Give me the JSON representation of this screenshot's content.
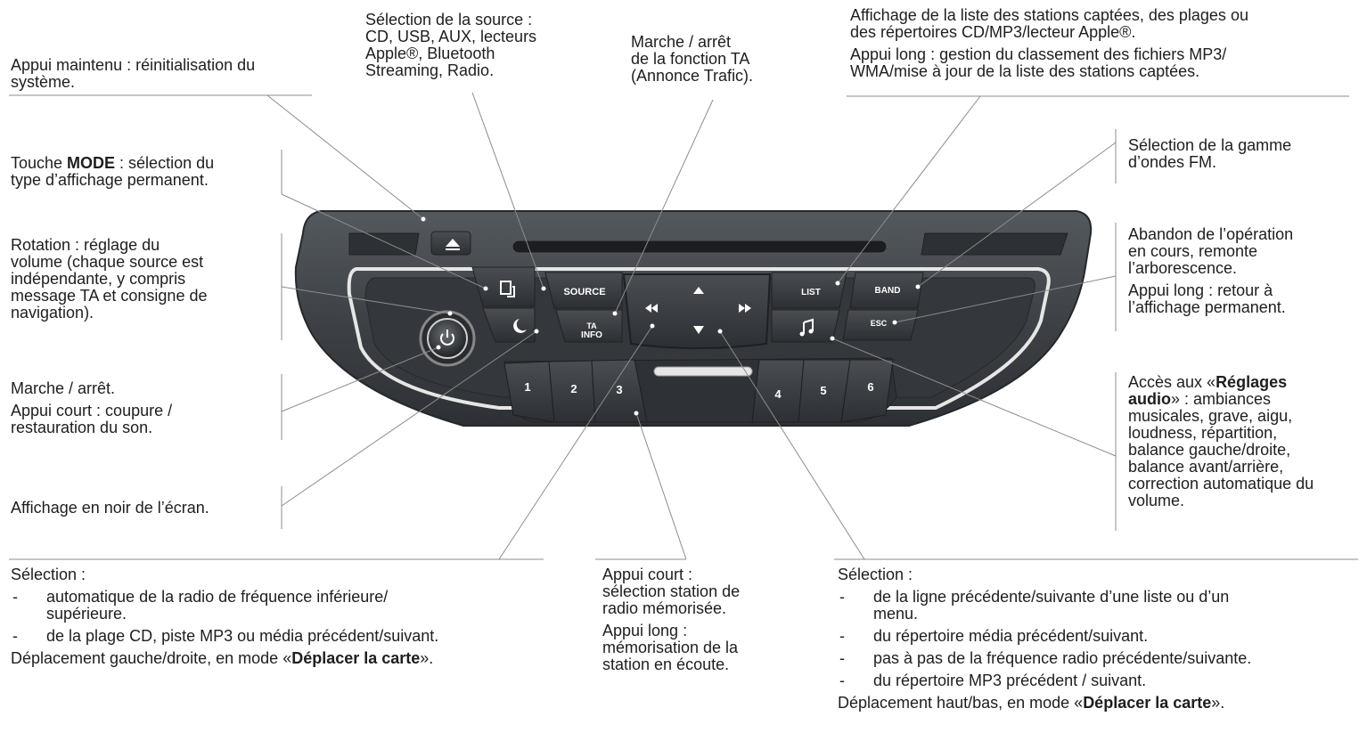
{
  "callouts": {
    "reset": "Appui maintenu : réinitialisation du système.",
    "source_l1": "Sélection de la source :",
    "source_l2": "CD, USB, AUX, lecteurs",
    "source_l3": "Apple®, Bluetooth",
    "source_l4": "Streaming, Radio.",
    "ta_l1": "Marche / arrêt",
    "ta_l2": "de la fonction TA",
    "ta_l3": "(Annonce Trafic).",
    "list_l1": "Affichage de la liste des stations captées, des plages ou",
    "list_l2": "des répertoires CD/MP3/lecteur Apple®.",
    "list_long_l1": "Appui long : gestion du classement des fichiers MP3/",
    "list_long_l2": "WMA/mise à jour de la liste des stations captées.",
    "mode_key": "MODE",
    "mode_pre": "Touche ",
    "mode_post": " : sélection du",
    "mode_l2": "type d’affichage permanent.",
    "band_l1": "Sélection de la gamme",
    "band_l2": "d’ondes FM.",
    "volume_l1": "Rotation : réglage du",
    "volume_l2": "volume (chaque source est",
    "volume_l3": "indépendante, y compris",
    "volume_l4": "message TA et consigne de",
    "volume_l5": "navigation).",
    "esc_l1": "Abandon de l’opération",
    "esc_l2": "en cours, remonte",
    "esc_l3": "l’arborescence.",
    "esc_long_l1": "Appui long : retour à",
    "esc_long_l2": "l’affichage permanent.",
    "power": "Marche / arrêt.",
    "mute_l1": "Appui court : coupure /",
    "mute_l2": "restauration du son.",
    "audio_pre": "Accès aux «",
    "audio_key_l1": "Réglages",
    "audio_key_l2": "audio",
    "audio_l2_post": "» : ambiances",
    "audio_l3": "musicales, grave, aigu,",
    "audio_l4": "loudness, répartition,",
    "audio_l5": "balance gauche/droite,",
    "audio_l6": "balance avant/arrière,",
    "audio_l7": "correction automatique du",
    "audio_l8": "volume.",
    "dark": "Affichage en noir de l’écran.",
    "seek_title": "Sélection :",
    "seek_items": [
      "automatique de la radio de fréquence inférieure/",
      "supérieure.",
      "de la plage CD, piste MP3 ou média précédent/suivant."
    ],
    "seek_move_pre": "Déplacement gauche/droite, en mode «",
    "seek_move_key": "Déplacer la carte",
    "seek_move_post": "».",
    "preset_l1": "Appui court :",
    "preset_l2": "sélection station de",
    "preset_l3": "radio mémorisée.",
    "preset_l4": "Appui long :",
    "preset_l5": "mémorisation de la",
    "preset_l6": "station en écoute.",
    "nav_title": "Sélection :",
    "nav_items": [
      "de la ligne précédente/suivante d’une liste ou d’un",
      "menu.",
      "du répertoire média précédent/suivant.",
      "pas à pas de la fréquence radio précédente/suivante.",
      "du répertoire MP3 précédent / suivant."
    ],
    "nav_move_pre": "Déplacement haut/bas, en mode «",
    "nav_move_key": "Déplacer la carte",
    "nav_move_post": "»."
  },
  "buttons": {
    "source": "SOURCE",
    "ta_top": "TA",
    "ta_bottom": "INFO",
    "list": "LIST",
    "band": "BAND",
    "esc": "ESC",
    "presets": [
      "1",
      "2",
      "3",
      "4",
      "5",
      "6"
    ]
  },
  "icons": {
    "eject": "eject-icon",
    "mode": "display-mode-icon",
    "night": "moon-icon",
    "power": "power-icon",
    "seek_back": "rewind-icon",
    "seek_fwd": "fast-forward-icon",
    "up": "up-arrow-icon",
    "down": "down-arrow-icon",
    "audio": "music-note-icon"
  },
  "colors": {
    "panel_body": "#3c4044",
    "panel_dark": "#2b2e31",
    "chrome": "#e8e8e8",
    "leader": "#8a8a8a"
  }
}
